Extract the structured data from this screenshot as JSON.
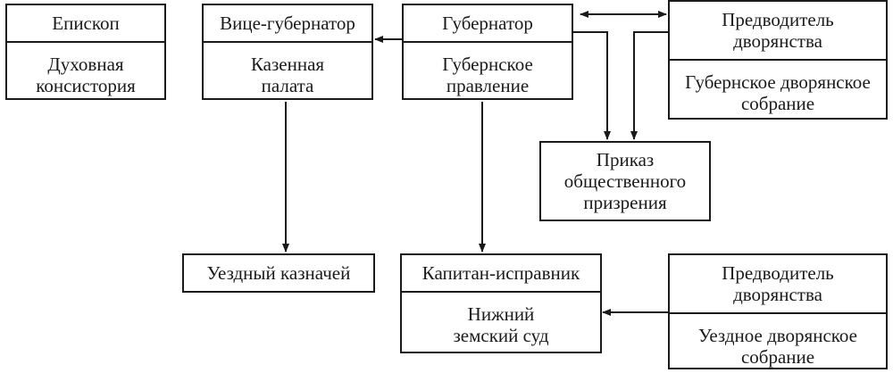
{
  "boxes": {
    "bishop": {
      "title": "Епископ",
      "subtitle": "Духовная консистория"
    },
    "vice_governor": {
      "title": "Вице-губернатор",
      "subtitle": "Казенная палата"
    },
    "governor": {
      "title": "Губернатор",
      "subtitle": "Губернское правление"
    },
    "marshal_province": {
      "title": "Предводитель дворянства",
      "subtitle": "Губернское дворянское собрание"
    },
    "public_care": {
      "title": "Приказ общественного призрения"
    },
    "district_treasurer": {
      "title": "Уездный казначей"
    },
    "captain": {
      "title": "Капитан-исправник",
      "subtitle": "Нижний земский суд"
    },
    "marshal_district": {
      "title": "Предводитель дворянства",
      "subtitle": "Уездное дворянское собрание"
    }
  },
  "colors": {
    "line": "#1a1a1a",
    "background": "#ffffff"
  }
}
